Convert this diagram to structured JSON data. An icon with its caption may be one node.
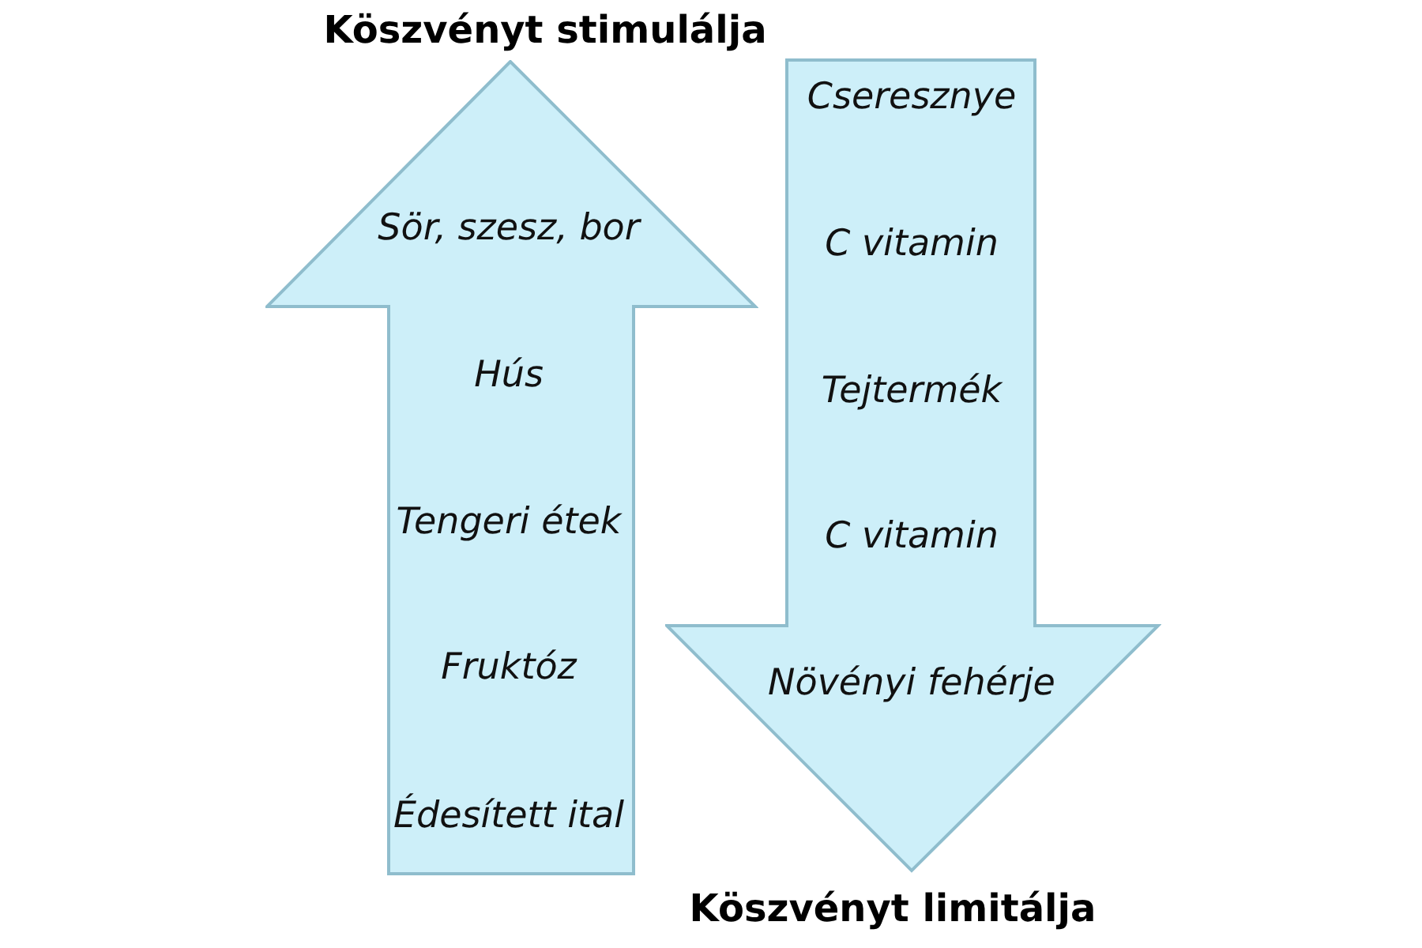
{
  "diagram": {
    "nodes": [
      {
        "text": [
          "Köszvényt stimulálja",
          "Sör, szesz, bor",
          "Hús",
          "Tengeri étek",
          "Fruktóz",
          "Édesített ital"
        ]
      },
      {
        "text": [
          "Cseresznye",
          "C vitamin",
          "Tejtermék",
          "C vitamin",
          "Növényi fehérje",
          "Köszvényt limitálja"
        ]
      }
    ]
  }
}
